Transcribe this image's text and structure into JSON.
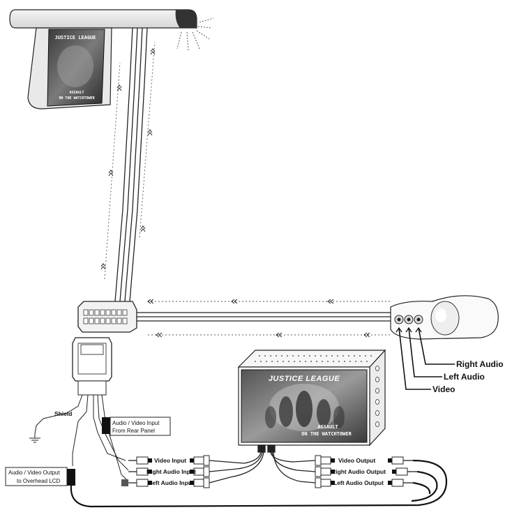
{
  "overhead_screen": {
    "title": "JUSTICE LEAGUE",
    "subtitle_line1": "ASSAULT",
    "subtitle_line2": "ON THE WATCHTOWER"
  },
  "dvd_player": {
    "title": "JUSTICE LEAGUE",
    "subtitle_line1": "ASSAULT",
    "subtitle_line2": "ON THE WATCHTOWER"
  },
  "rear_panel_labels": {
    "right_audio": "Right Audio",
    "left_audio": "Left Audio",
    "video": "Video"
  },
  "shield_label": "Shield",
  "input_box": {
    "line1": "Audio / Video Input",
    "line2": "From Rear Panel"
  },
  "output_box": {
    "line1": "Audio / Video Output",
    "line2": "to Overhead LCD"
  },
  "rca_inputs": [
    "Video Input",
    "Right Audio Input",
    "Left Audio Input"
  ],
  "rca_outputs": [
    "Video Output",
    "Right Audio Output",
    "Left Audio Output"
  ]
}
